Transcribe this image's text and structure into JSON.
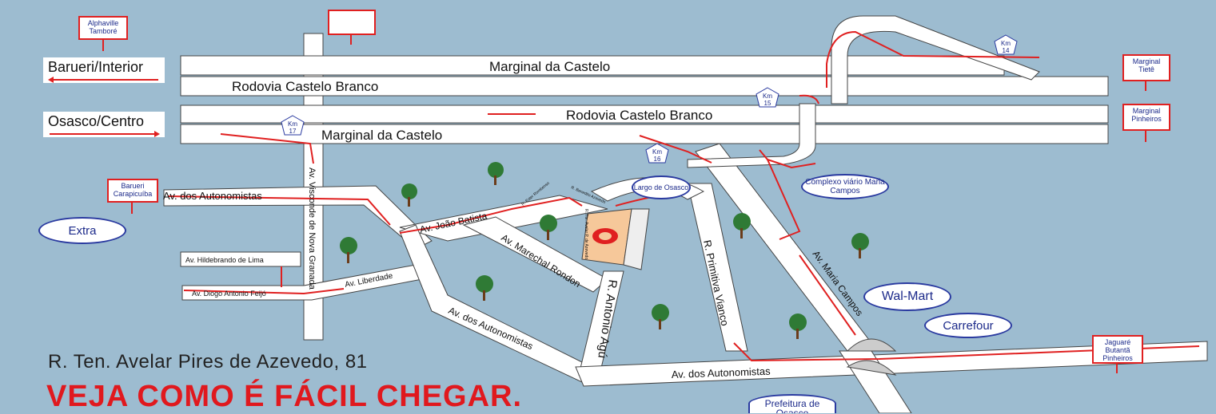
{
  "roads": {
    "marginal_top": "Marginal da Castelo",
    "rodovia_top": "Rodovia Castelo Branco",
    "rodovia_mid": "Rodovia Castelo Branco",
    "marginal_bottom": "Marginal da Castelo",
    "av_autonomistas_left": "Av. dos Autonomistas",
    "av_visconde": "Av. Visconde de Nova Granada",
    "av_hildebrando": "Av. Hildebrando de Lima",
    "av_diogo": "Av. Diogo Antonio Feijó",
    "av_liberdade": "Av. Liberdade",
    "av_joao_batista": "Av. João Batista",
    "av_marechal": "Av. Marechal Rondon",
    "r_antonio_agu": "R. Antonio Agú",
    "r_primitiva": "R. Primitiva Vianco",
    "av_maria_campos": "Av. Maria Campos",
    "av_autonomistas_diag": "Av. dos Autonomistas",
    "av_autonomistas_bottom": "Av. dos Autonomistas",
    "r_ester": "R. Ester Rombenso",
    "r_benedito": "R. Benedito Azevedo",
    "r_ten_avelar": "R. Tte. Avelar P. de Azevedo"
  },
  "signs": {
    "alphaville": "Alphaville Tamboré",
    "barueri_carapicuiba": "Barueri Carapicuíba",
    "marginal_tiete": "Marginal Tietê",
    "marginal_pinheiros": "Marginal Pinheiros",
    "jaguare": "Jaguaré Butantã Pinheiros"
  },
  "destinations": {
    "barueri": "Barueri/Interior",
    "osasco": "Osasco/Centro"
  },
  "km_markers": [
    {
      "top": "Km",
      "num": "14"
    },
    {
      "top": "Km",
      "num": "15"
    },
    {
      "top": "Km",
      "num": "17"
    },
    {
      "top": "Km",
      "num": "16"
    }
  ],
  "places": {
    "extra": "Extra",
    "largo": "Largo de Osasco",
    "complexo": "Complexo viário Maria Campos",
    "walmart": "Wal-Mart",
    "carrefour": "Carrefour",
    "prefeitura": "Prefeitura de Osasco"
  },
  "footer": {
    "address": "R. Ten. Avelar Pires de Azevedo, 81",
    "headline": "VEJA COMO É FÁCIL CHEGAR."
  },
  "colors": {
    "water_bg": "#9dbcd0",
    "road": "#ffffff",
    "route": "#e02020",
    "label_blue": "#1c2a8a",
    "destination": "#f6c89a"
  }
}
